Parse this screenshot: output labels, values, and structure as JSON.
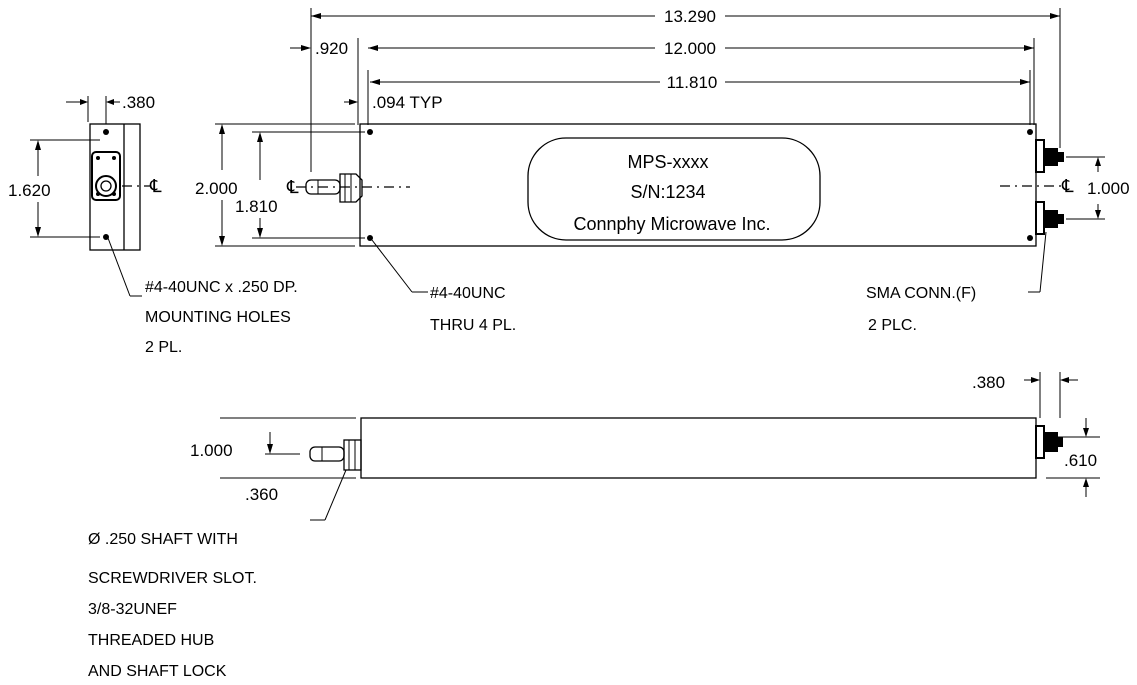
{
  "dimensions": {
    "overall_length": "13.290",
    "body_length": "12.000",
    "hole_spacing": "11.810",
    "shaft_extension": ".920",
    "hole_inset": ".094 TYP",
    "end_view_hole_offset": ".380",
    "end_view_hole_spacing": "1.620",
    "body_height": "2.000",
    "hole_height_spacing": "1.810",
    "connector_spacing": "1.000",
    "side_thickness": "1.000",
    "shaft_offset": ".360",
    "connector_length": ".380",
    "connector_height": ".610"
  },
  "centerline_symbol": "℄",
  "label": {
    "line1": "MPS-xxxx",
    "line2": "S/N:1234",
    "line3": "Connphy Microwave Inc."
  },
  "notes": {
    "mounting_holes": [
      "#4-40UNC x .250 DP.",
      "MOUNTING HOLES",
      "2 PL."
    ],
    "thru_holes": [
      "#4-40UNC",
      "THRU 4 PL."
    ],
    "sma": [
      "SMA CONN.(F)",
      "2 PLC."
    ],
    "shaft": [
      "Ø .250  SHAFT WITH",
      "SCREWDRIVER SLOT.",
      "3/8-32UNEF",
      "THREADED HUB",
      "AND SHAFT LOCK"
    ]
  }
}
